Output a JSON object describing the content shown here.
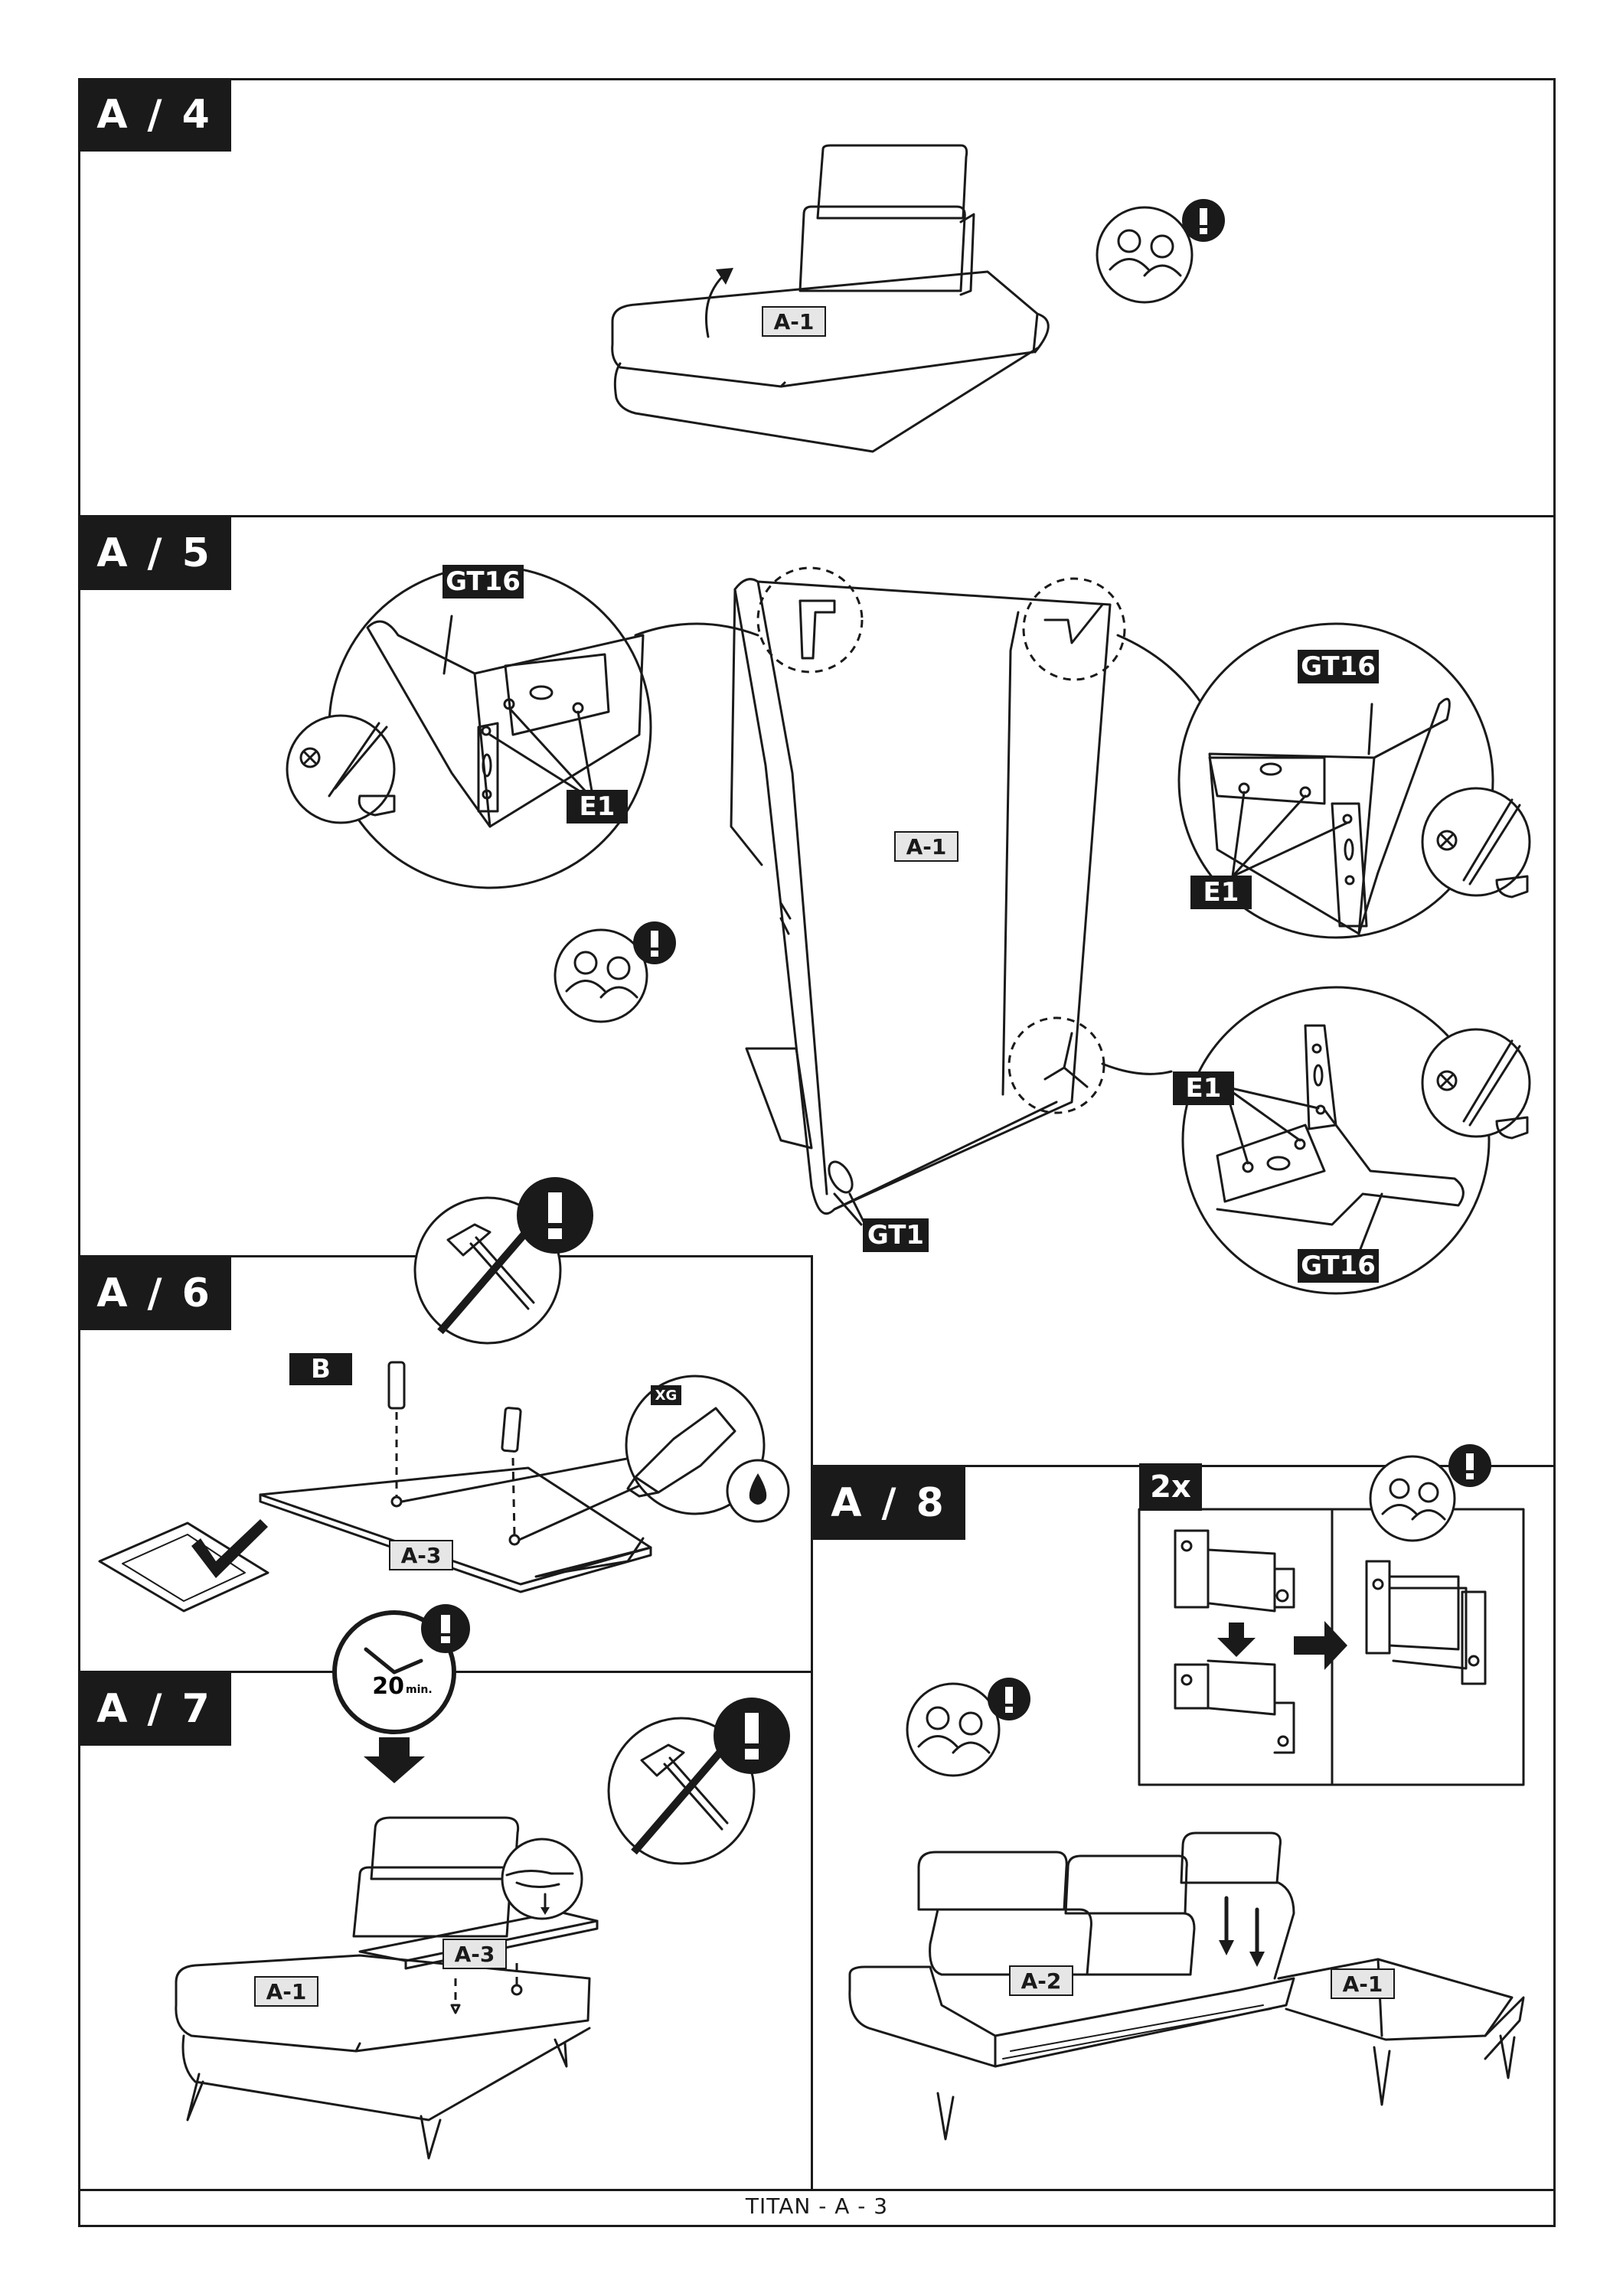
{
  "steps": {
    "a4": "A / 4",
    "a5": "A / 5",
    "a6": "A / 6",
    "a7": "A / 7",
    "a8": "A / 8"
  },
  "parts": {
    "a1": "A-1",
    "a2": "A-2",
    "a3": "A-3"
  },
  "hardware": {
    "gt16": "GT16",
    "e1": "E1",
    "gt1": "GT1",
    "b": "B",
    "xg": "XG"
  },
  "quantity": "2x",
  "wait_time": "20",
  "wait_unit": "min.",
  "footer": "TITAN - A - 3",
  "icons": {
    "two_person": "two-person-warning-icon",
    "hammer_forbidden": "no-hammer-icon",
    "screwdriver": "screwdriver-icon",
    "glue": "glue-tube-icon",
    "clock": "clock-icon",
    "hand": "hand-press-icon",
    "checkmark": "checkmark-icon"
  }
}
